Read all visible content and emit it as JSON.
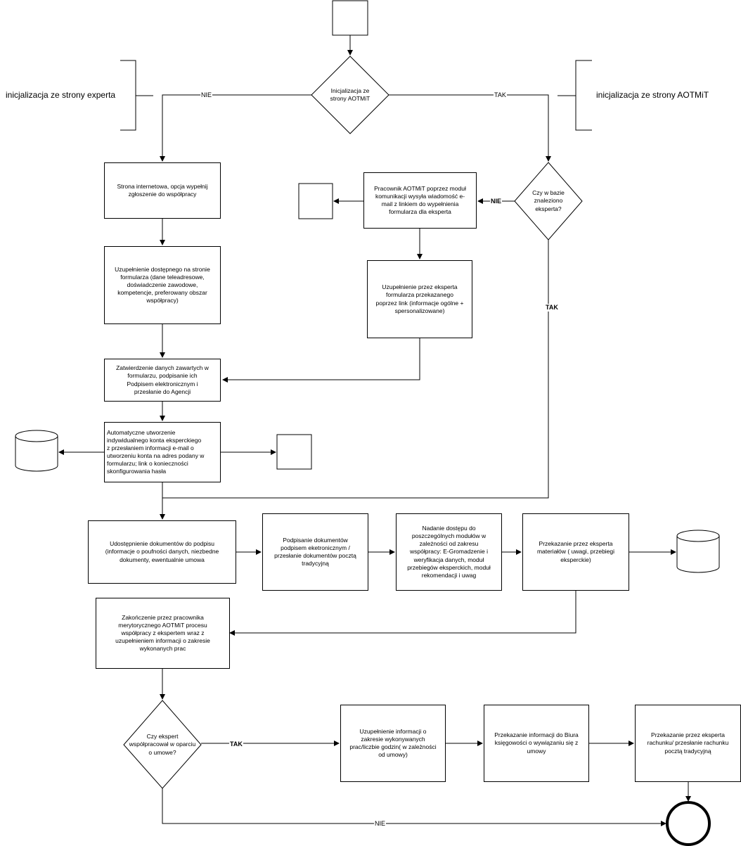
{
  "side_labels": {
    "left": "inicjalizacja ze strony experta",
    "right": "inicjalizacja ze strony AOTMiT"
  },
  "decisions": {
    "init": "Inicjalizacja ze\nstrony AOTMiT",
    "found": "Czy w bazie\nznaleziono\neksperta?",
    "contract": "Czy ekspert\nwspółpracował w oparciu\no umowe?"
  },
  "steps": {
    "website": "Strona internetowa, opcja wypełnij\nzgłoszenie do współpracy",
    "fill_form": "Uzupełnienie dostępnego na stronie\nformularza (dane teleadresowe,\ndoświadczenie zawodowe,\nkompetencje, preferowany obszar\nwspółpracy)",
    "approve": "Zatwierdzenie danych zawartych w\nformularzu, podpisanie ich\nPodpisem elektronicznym i\nprzesłanie do Agencji",
    "auto_account": "Automatyczne utworzenie\nindywidualnego konta eksperckiego\nz przesłaniem informacji e-mail o\nutworzeniu konta na adres podany w\nformularzu; link o konieczności\nskonfigurowania hasła",
    "employee_email": "Pracownik AOTMiT poprzez moduł\nkomunikacji  wysyła wiadomość e-\nmail z  linkiem do wypełnienia\nformularza dla eksperta",
    "expert_fill": "Uzupełnienie przez eksperta\nformularza przekazanego\npoprzez link (informacje ogólne +\nspersonalizowane)",
    "share_docs": "Udostępnienie dokumentów do podpisu\n(informacje o poufności danych, niezbedne\ndokumenty, ewentualnie umowa",
    "sign_docs": "Podpisanie dokumentów\npodpisem eketronicznym /\nprzesłanie dokumentów pocztą\ntradycyjną",
    "grant_access": "Nadanie dostępu do\nposzczególnych modułów w\nzależności od zakresu\nwspółpracy: E-Gromadzenie i\nweryfikacja danych, moduł\nprzebiegów eksperckich, moduł\nrekomendacji i uwag",
    "hand_materials": "Przekazanie przez eksperta\nmateriałów ( uwagi, przebiegi\neksperckie)",
    "finish": "Zakończenie przez pracownika\nmerytorycznego AOTMiT procesu\nwspółpracy z ekspertem wraz z\nuzupełnieniem informacji o zakresie\nwykonanych prac",
    "work_info": "Uzupełnienie informacji o\nzakresie wykonywanych\nprac/liczbie godzin( w zależności\nod umowy)",
    "accounting": "Przekazanie informacji do Biura\nksięgowości o wywiązaniu się z\numowy",
    "invoice": "Przekazanie przez eksperta\nrachunku/ przesłanie rachunku\npocztą tradycyjną"
  },
  "edge_labels": {
    "init_no": "NIE",
    "init_yes": "TAK",
    "found_no": "NIE",
    "found_yes": "TAK",
    "contract_yes": "TAK",
    "contract_no": "NIE"
  },
  "icons": [
    "start-box",
    "document-box",
    "database-cylinder",
    "end-circle"
  ]
}
